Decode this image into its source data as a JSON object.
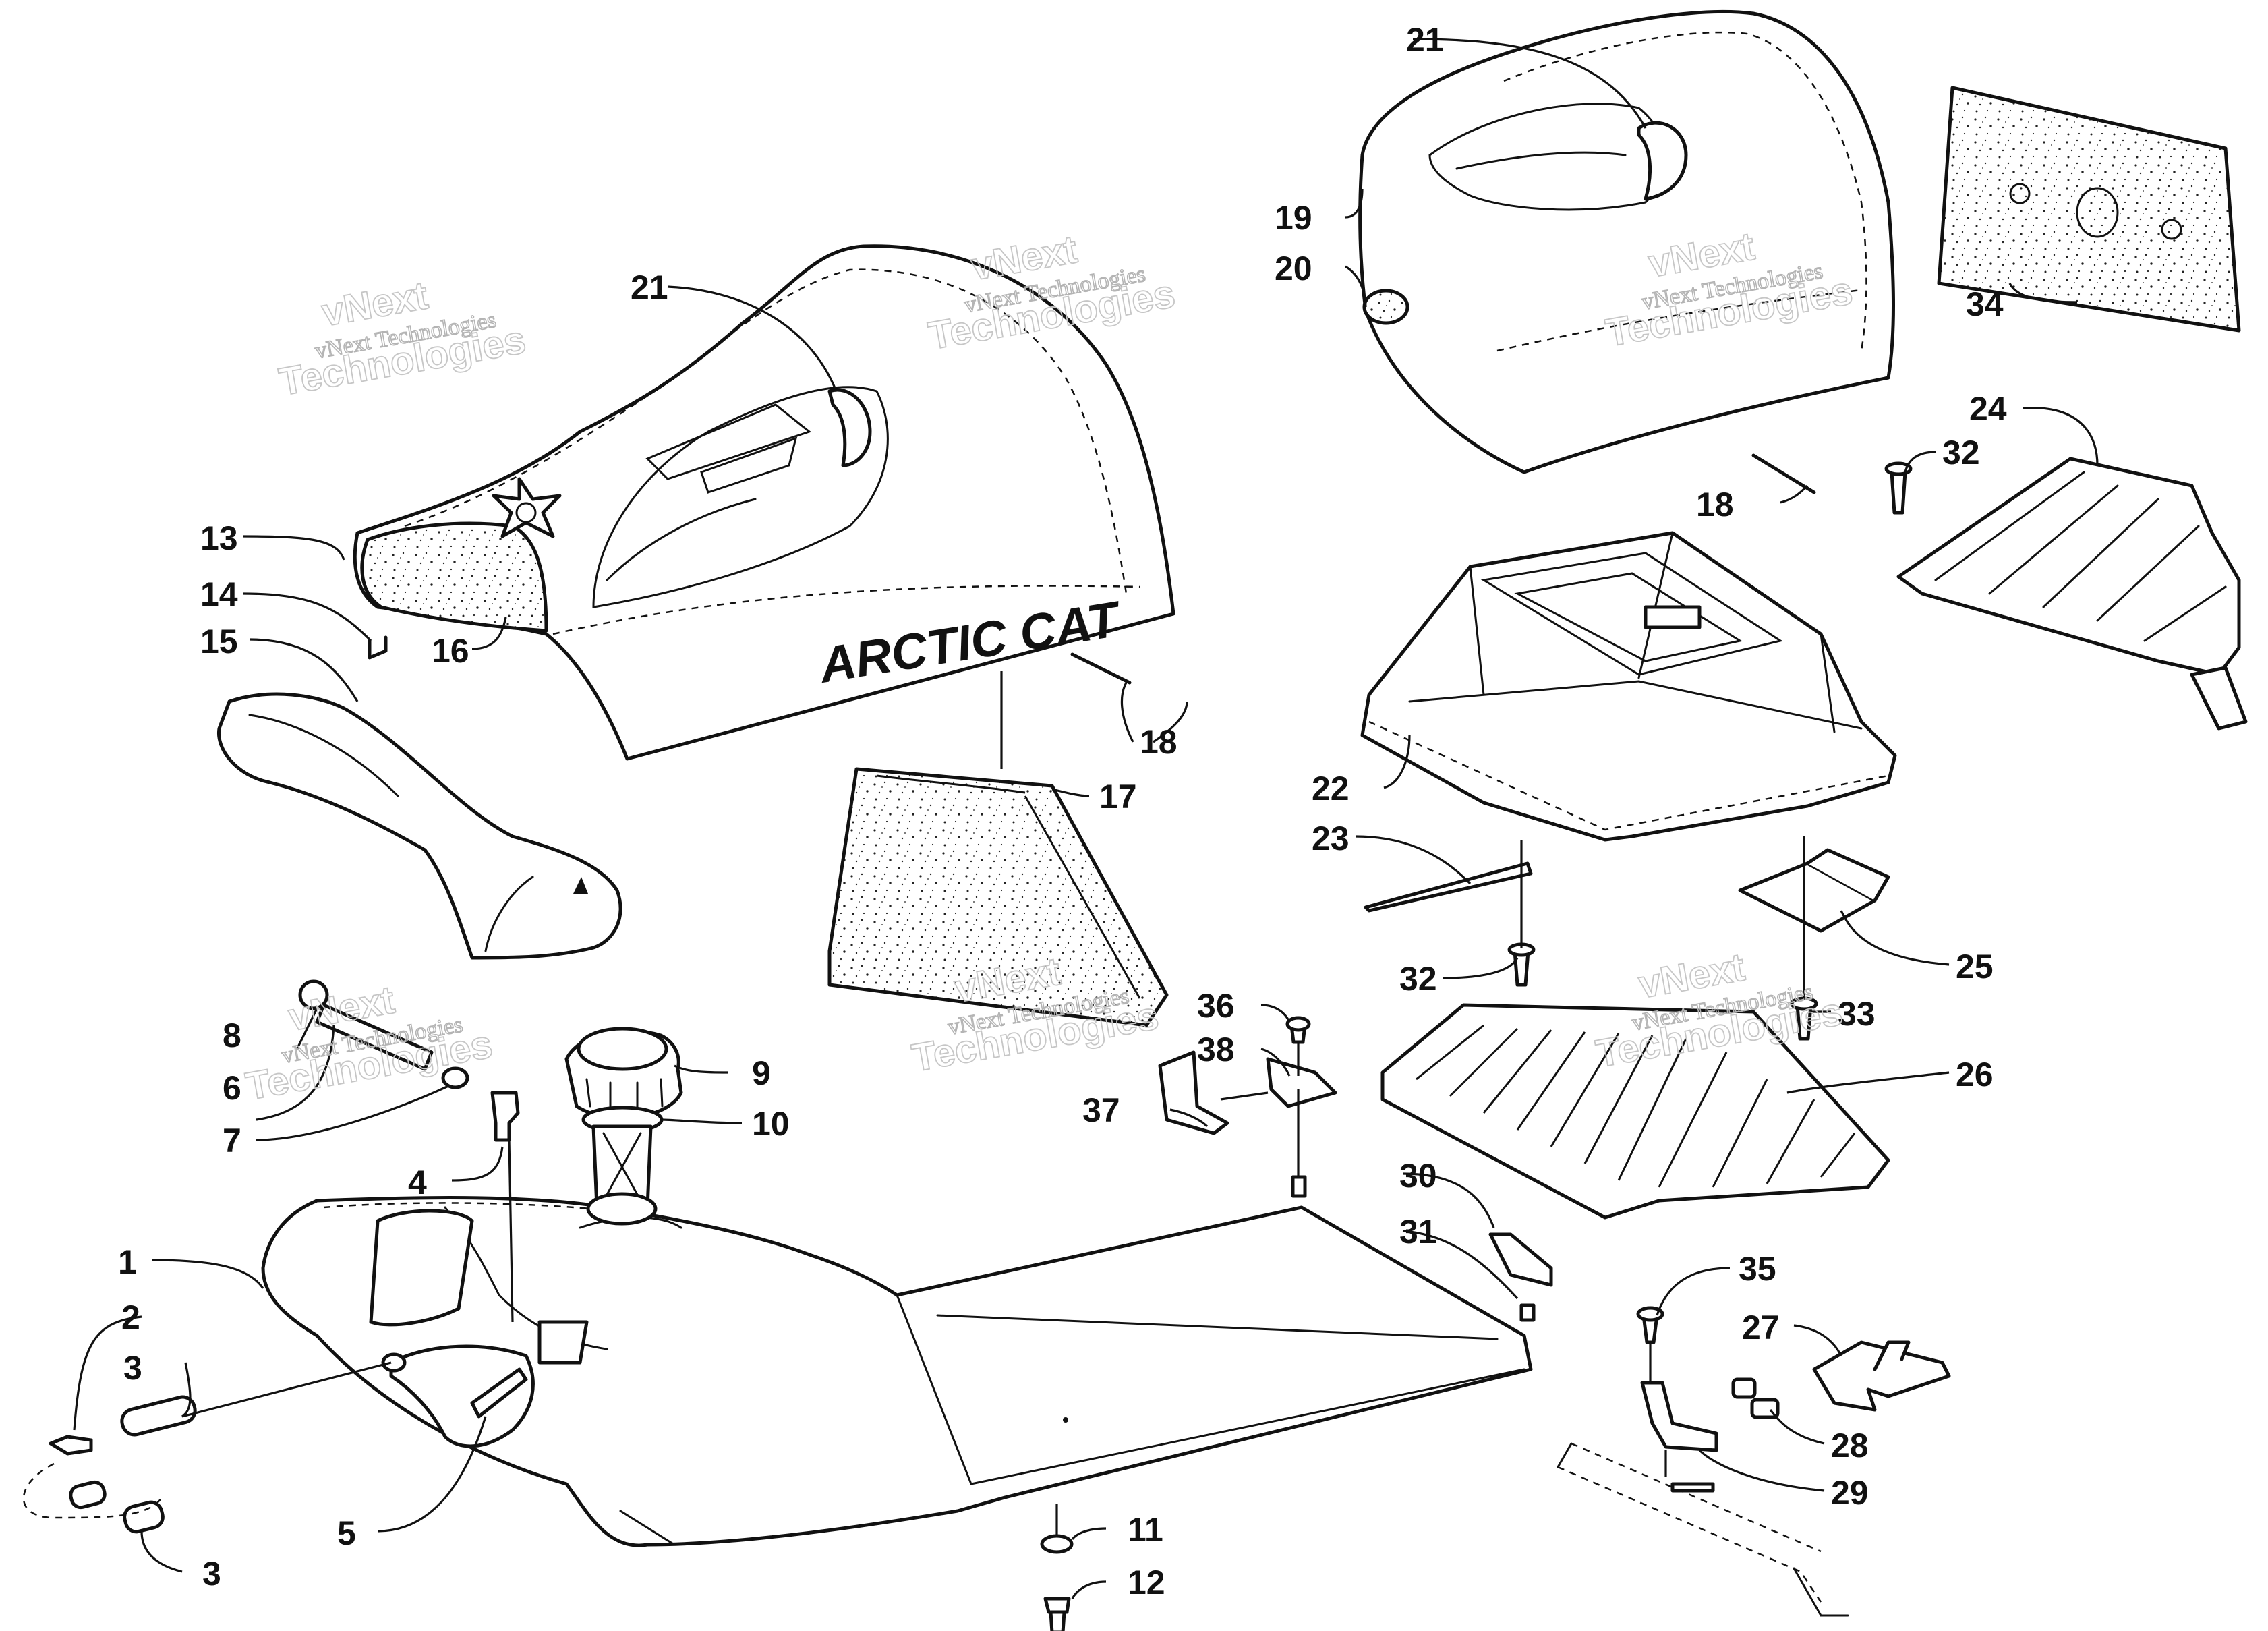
{
  "brand_label": "ARCTIC CAT",
  "watermark": {
    "line_top": "vNext",
    "line_mid": "vNext Technologies",
    "line_big": "Technologies"
  },
  "callouts": {
    "c1": "1",
    "c2": "2",
    "c3a": "3",
    "c3b": "3",
    "c4": "4",
    "c5": "5",
    "c6": "6",
    "c7": "7",
    "c8": "8",
    "c9": "9",
    "c10": "10",
    "c11": "11",
    "c12": "12",
    "c13": "13",
    "c14": "14",
    "c15": "15",
    "c16": "16",
    "c17": "17",
    "c18a": "18",
    "c18b": "18",
    "c19": "19",
    "c20": "20",
    "c21a": "21",
    "c21b": "21",
    "c22": "22",
    "c23": "23",
    "c24": "24",
    "c25": "25",
    "c26": "26",
    "c27": "27",
    "c28": "28",
    "c29": "29",
    "c30": "30",
    "c31": "31",
    "c32a": "32",
    "c32b": "32",
    "c33": "33",
    "c34": "34",
    "c35": "35",
    "c36": "36",
    "c37": "37",
    "c38": "38"
  },
  "colors": {
    "ink": "#111111",
    "paper": "#ffffff",
    "watermark": "#c0c0c0"
  }
}
